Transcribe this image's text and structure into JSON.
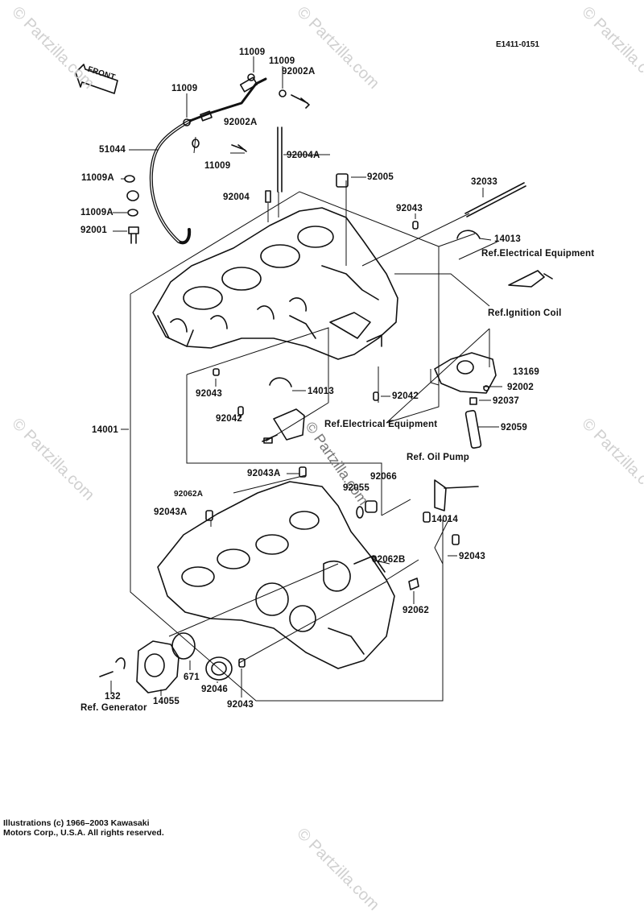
{
  "diagram_code": "E1411-0151",
  "front_label": "FRONT",
  "watermark": "© Partzilla.com",
  "copyright_line1": "Illustrations (c) 1966–2003 Kawasaki",
  "copyright_line2": "Motors Corp., U.S.A.  All rights reserved.",
  "labels": {
    "l11009_a": "11009",
    "l11009_b": "11009",
    "l11009_c": "11009",
    "l11009_d": "11009",
    "l92002A_a": "92002A",
    "l92002A_b": "92002A",
    "l51044": "51044",
    "l92004A": "92004A",
    "l11009A_a": "11009A",
    "l11009A_b": "11009A",
    "l92001": "92001",
    "l92004": "92004",
    "l92005": "92005",
    "l32033": "32033",
    "l92043_a": "92043",
    "l14013_a": "14013",
    "ref_elec_a": "Ref.Electrical Equipment",
    "ref_ign": "Ref.Ignition Coil",
    "l13169": "13169",
    "l92002": "92002",
    "l92037": "92037",
    "l92059": "92059",
    "l92043_b": "92043",
    "l14013_b": "14013",
    "l92042_a": "92042",
    "l92042_b": "92042",
    "ref_elec_b": "Ref.Electrical Equipment",
    "l14001": "14001",
    "ref_oil": "Ref. Oil Pump",
    "l92043A_a": "92043A",
    "l92066": "92066",
    "l92062A": "92062A",
    "l92055": "92055",
    "l92043A_b": "92043A",
    "l14014": "14014",
    "l92062B": "92062B",
    "l92043_c": "92043",
    "l92062": "92062",
    "l132": "132",
    "ref_gen": "Ref. Generator",
    "l14055": "14055",
    "l671": "671",
    "l92046": "92046",
    "l92043_d": "92043"
  }
}
